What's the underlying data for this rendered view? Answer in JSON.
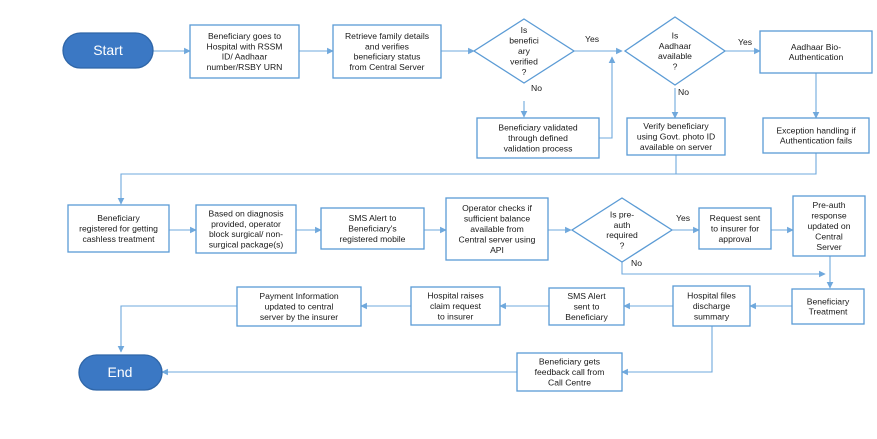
{
  "nodes": {
    "start": "Start",
    "goes_hospital": [
      "Beneficiary goes to",
      "Hospital with RSSM",
      "ID/ Aadhaar",
      "number/RSBY URN"
    ],
    "retrieve": [
      "Retrieve family details",
      "and verifies",
      "beneficiary status",
      "from Central Server"
    ],
    "is_verified": [
      "Is",
      "benefici",
      "ary",
      "verified",
      "?"
    ],
    "validated": [
      "Beneficiary validated",
      "through defined",
      "validation process"
    ],
    "aadhaar_available": [
      "Is",
      "Aadhaar",
      "available",
      "?"
    ],
    "verify_photo": [
      "Verify beneficiary",
      "using Govt. photo ID",
      "available on server"
    ],
    "bio_auth": [
      "Aadhaar Bio-",
      "Authentication"
    ],
    "exception": [
      "Exception handling if",
      "Authentication fails"
    ],
    "registered": [
      "Beneficiary",
      "registered for getting",
      "cashless treatment"
    ],
    "diagnosis": [
      "Based on diagnosis",
      "provided, operator",
      "block surgical/ non-",
      "surgical package(s)"
    ],
    "sms_registered": [
      "SMS Alert to",
      "Beneficiary's",
      "registered mobile"
    ],
    "operator_checks": [
      "Operator checks if",
      "sufficient balance",
      "available from",
      "Central server using",
      "API"
    ],
    "is_preauth": [
      "Is pre-",
      "auth",
      "required",
      "?"
    ],
    "request_insurer": [
      "Request sent",
      "to insurer for",
      "approval"
    ],
    "preauth_updated": [
      "Pre-auth",
      "response",
      "updated on",
      "Central",
      "Server"
    ],
    "treatment": [
      "Beneficiary",
      "Treatment"
    ],
    "discharge": [
      "Hospital files",
      "discharge",
      "summary"
    ],
    "sms_sent": [
      "SMS Alert",
      "sent to",
      "Beneficiary"
    ],
    "claim": [
      "Hospital raises",
      "claim request",
      "to insurer"
    ],
    "payment": [
      "Payment Information",
      "updated to central",
      "server by the insurer"
    ],
    "feedback": [
      "Beneficiary gets",
      "feedback call from",
      "Call Centre"
    ],
    "end": "End"
  },
  "edge_labels": {
    "verified_yes": "Yes",
    "verified_no": "No",
    "aadhaar_yes": "Yes",
    "aadhaar_no": "No",
    "preauth_yes": "Yes",
    "preauth_no": "No"
  },
  "colors": {
    "box_stroke": "#5b9bd5",
    "terminal_fill": "#3b78c4",
    "connector": "#6fa8dc",
    "text": "#1a1a1a"
  }
}
